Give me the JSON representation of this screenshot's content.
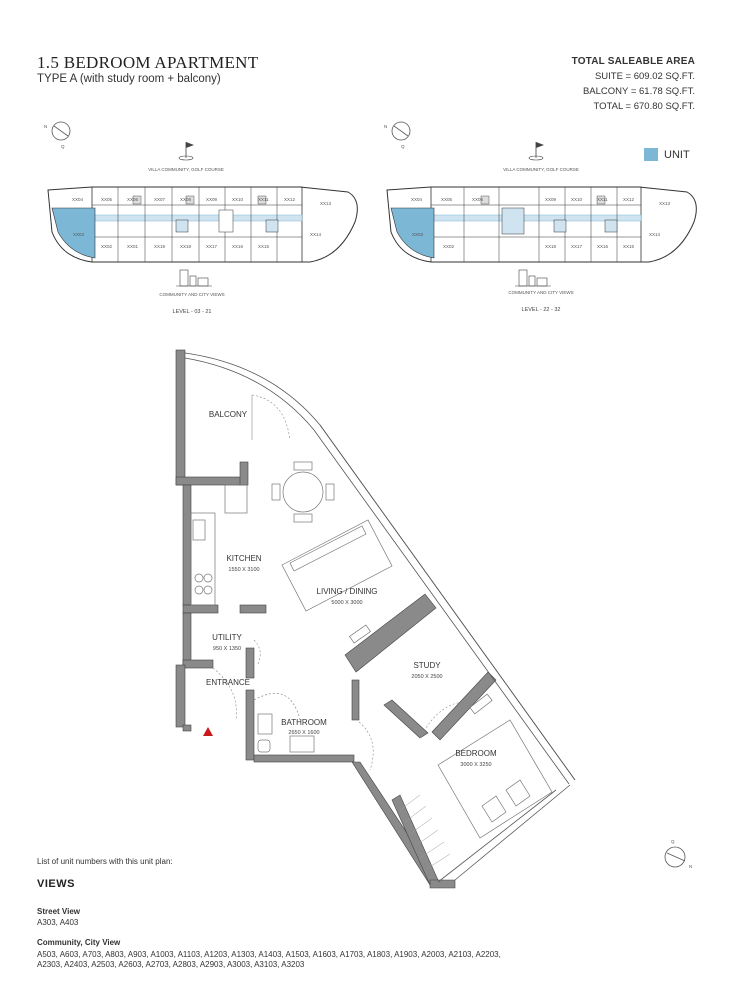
{
  "header": {
    "title": "1.5 BEDROOM APARTMENT",
    "subtitle": "TYPE A (with study room + balcony)"
  },
  "area": {
    "heading": "TOTAL SALEABLE AREA",
    "suite": "SUITE = 609.02 SQ.FT.",
    "balcony": "BALCONY = 61.78 SQ.FT.",
    "total": "TOTAL = 670.80 SQ.FT."
  },
  "legend": {
    "label": "UNIT",
    "color": "#7cb7d6"
  },
  "key_plans": [
    {
      "level_label": "LEVEL - 03 - 21",
      "top_view": "VILLA COMMUNITY, GOLF COURSE",
      "bottom_view": "COMMUNITY AND CITY VIEWS",
      "top_units": [
        "XX04",
        "XX05",
        "XX06",
        "XX07",
        "XX08",
        "XX09",
        "XX10",
        "XX11",
        "XX12",
        "XX13"
      ],
      "bottom_units": [
        "XX03",
        "XX02",
        "XX01",
        "XX19",
        "XX18",
        "XX17",
        "XX16",
        "XX15",
        "XX14"
      ]
    },
    {
      "level_label": "LEVEL - 22 - 32",
      "top_view": "VILLA COMMUNITY, GOLF COURSE",
      "bottom_view": "COMMUNITY AND CITY VIEWS",
      "top_units": [
        "XX04",
        "XX05",
        "XX06",
        "XX09",
        "XX10",
        "XX11",
        "XX12",
        "XX13"
      ],
      "bottom_units": [
        "XX03",
        "XX02",
        "XX18",
        "XX17",
        "XX16",
        "XX15",
        "XX14"
      ]
    }
  ],
  "compass": {
    "n": "N",
    "q": "Q"
  },
  "rooms": {
    "balcony": "BALCONY",
    "kitchen": "KITCHEN",
    "kitchen_dim": "1550 X 3100",
    "living": "LIVING / DINING",
    "living_dim": "5000 X 3000",
    "utility": "UTILITY",
    "utility_dim": "950 X 1350",
    "entrance": "ENTRANCE",
    "study": "STUDY",
    "study_dim": "2050 X 2500",
    "bathroom": "BATHROOM",
    "bathroom_dim": "2650 X 1600",
    "bedroom": "BEDROOM",
    "bedroom_dim": "3000 X 3250"
  },
  "footer": {
    "list_note": "List of unit numbers with this unit plan:",
    "views_heading": "VIEWS",
    "street_heading": "Street View",
    "street_units": "A303, A403",
    "community_heading": "Community, City View",
    "community_units": "A503, A603, A703, A803, A903, A1003, A1103, A1203, A1303, A1403, A1503, A1603, A1703, A1803, A1903, A2003, A2103, A2203, A2303, A2403, A2503, A2603, A2703, A2803, A2903, A3003, A3103, A3203"
  }
}
